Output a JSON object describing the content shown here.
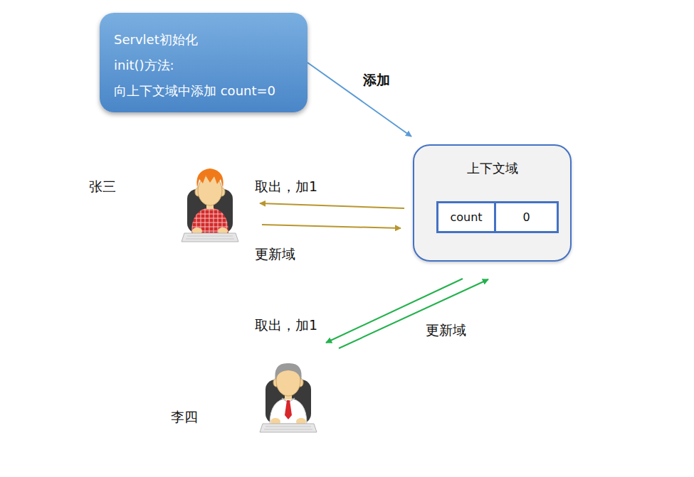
{
  "diagram": {
    "nodes": [
      {
        "text": [
          "Servlet初始化",
          "init()方法:",
          "向上下文域中添加 count=0"
        ]
      },
      {
        "text": [
          "上下文域"
        ]
      },
      {
        "text": [
          "count"
        ],
        "in": 1
      },
      {
        "text": [
          "0"
        ],
        "in": 1
      },
      {
        "text": [
          "张三"
        ]
      },
      {
        "text": [
          "李四"
        ]
      }
    ],
    "edges": [
      {
        "from": 0,
        "to": 1,
        "label": "添加",
        "arrow": "to"
      },
      {
        "from": 1,
        "to": 4,
        "label": "取出，加1",
        "arrow": "to"
      },
      {
        "from": 4,
        "to": 1,
        "label": "更新域",
        "arrow": "to"
      },
      {
        "from": 1,
        "to": 5,
        "label": "取出，加1",
        "arrow": "to"
      },
      {
        "from": 5,
        "to": 1,
        "label": "更新域",
        "arrow": "to"
      }
    ]
  }
}
